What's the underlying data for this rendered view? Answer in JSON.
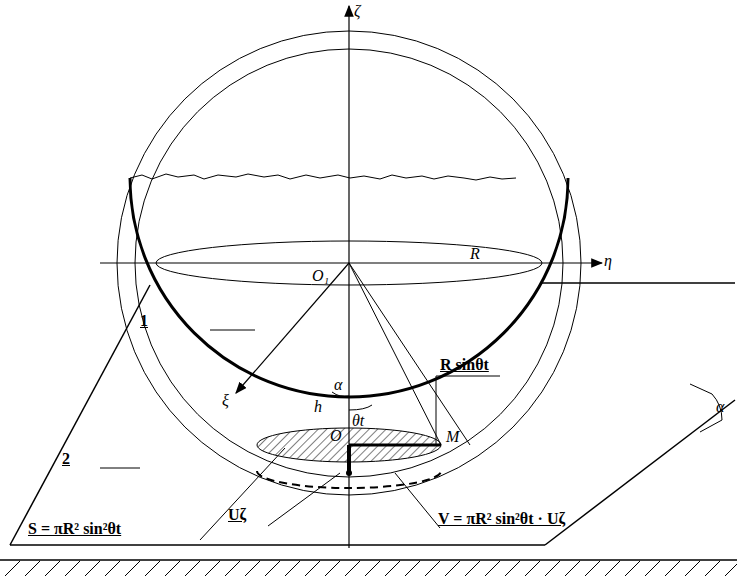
{
  "diagram": {
    "labels": [
      "ζ",
      "η",
      "ξ",
      "O₁",
      "R",
      "h",
      "α",
      "R sinθt",
      "θt",
      "O",
      "M",
      "1",
      "2",
      "S = πR² sin²θt",
      "Uζ",
      "V = πR² sin²θt · Uζ",
      "α"
    ]
  }
}
